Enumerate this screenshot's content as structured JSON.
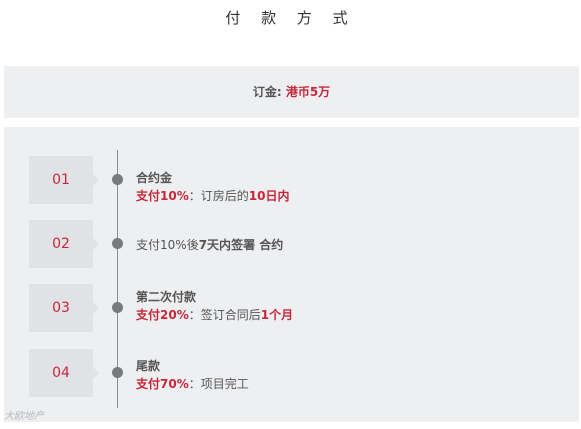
{
  "title": "付 款 方 式",
  "deposit": {
    "label": "订金: ",
    "value": "港币5万"
  },
  "steps": [
    {
      "num": "01",
      "title": "合约金",
      "pay": "支付10%",
      "sep": "：",
      "detail_pre": "订房后的",
      "detail_bold": "10日内"
    },
    {
      "num": "02",
      "text_a": "支付10%",
      "text_b": "後",
      "text_c": "7天内",
      "text_d": "签署 合约"
    },
    {
      "num": "03",
      "title": "第二次付款",
      "pay": "支付20%",
      "sep": "：",
      "detail_pre": "签订合同后",
      "detail_bold": "1个月"
    },
    {
      "num": "04",
      "title": "尾款",
      "pay": "支付70%",
      "sep": "：",
      "detail_pre": "项目完工"
    }
  ],
  "watermark": "大欧地产"
}
